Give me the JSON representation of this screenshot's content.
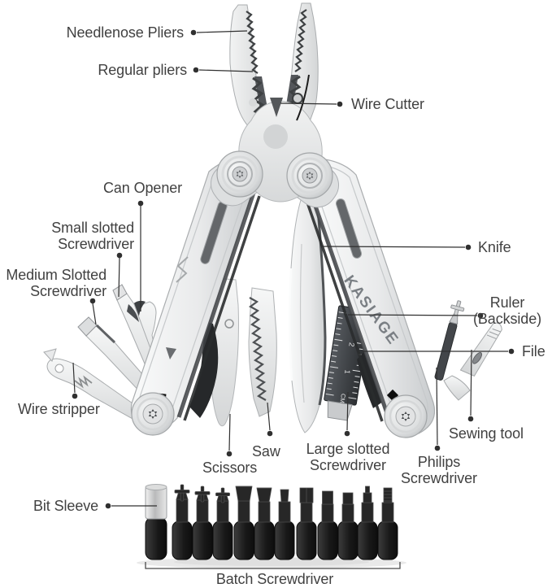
{
  "figure": {
    "type": "product-callout-diagram",
    "background": "#ffffff",
    "brand_text": "KASIAGE",
    "callouts": {
      "needlenose": "Needlenose Pliers",
      "regular": "Regular pliers",
      "wire_cutter": "Wire Cutter",
      "can_opener": "Can Opener",
      "small_slotted": {
        "line1": "Small slotted",
        "line2": "Screwdriver"
      },
      "medium_slotted": {
        "line1": "Medium Slotted",
        "line2": "Screwdriver"
      },
      "wire_stripper": "Wire stripper",
      "knife": "Knife",
      "ruler_backside": {
        "line1": "Ruler",
        "line2": "(Backside)"
      },
      "file": "File",
      "sewing_tool": "Sewing tool",
      "large_slotted": {
        "line1": "Large slotted",
        "line2": "Screwdriver"
      },
      "philips": {
        "line1": "Philips",
        "line2": "Screwdriver"
      },
      "scissors": "Scissors",
      "saw": "Saw",
      "bit_sleeve": "Bit Sleeve",
      "batch_screwdriver": "Batch Screwdriver"
    },
    "ruler": {
      "mark_2": "2",
      "mark_1": "1",
      "unit": "CM"
    },
    "bit_row": {
      "count": 12,
      "bit_types": [
        "bit-sleeve",
        "phillips-bit",
        "phillips-bit",
        "phillips-bit",
        "slotted-bit-large",
        "slotted-bit",
        "slotted-bit-small",
        "hex-bit-large",
        "hex-bit",
        "hex-bit",
        "stepped-bit",
        "knurled-bit"
      ]
    },
    "colors": {
      "label_text": "#414141",
      "leader_line": "#303030",
      "metal_light": "#f4f5f5",
      "metal_shadow": "#c9ccce",
      "dark_accent": "#26282a",
      "ruler_dark": "#3a3e42",
      "bit_black": "#1c1c1c",
      "brand_gray": "#7a7f84"
    }
  }
}
